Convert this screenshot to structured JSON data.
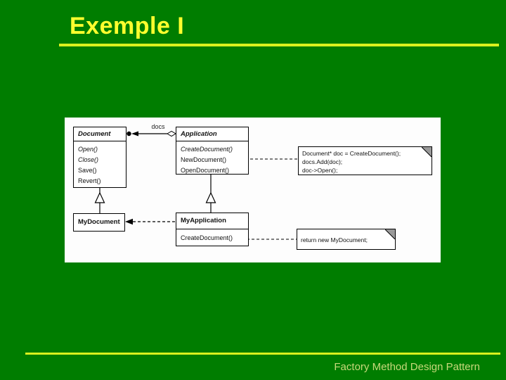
{
  "slide": {
    "title": "Exemple I",
    "footer": "Factory Method Design Pattern"
  },
  "colors": {
    "background": "#007D00",
    "title_text": "#FFFF2E",
    "rule": "#D9F01E",
    "footer_text": "#C8D87A",
    "panel_background": "#FDFDFD",
    "diagram_line": "#000000",
    "note_fold": "#999999"
  },
  "diagram": {
    "docs_label": "docs",
    "document": {
      "title": "Document",
      "methods": [
        "Open()",
        "Close()",
        "Save()",
        "Revert()"
      ]
    },
    "application": {
      "title": "Application",
      "methods": [
        "CreateDocument()",
        "NewDocument()",
        "OpenDocument()"
      ]
    },
    "my_document": {
      "title": "MyDocument"
    },
    "my_application": {
      "title": "MyApplication",
      "methods": [
        "CreateDocument()"
      ]
    },
    "note_create": {
      "lines": [
        "Document* doc = CreateDocument();",
        "docs.Add(doc);",
        "doc->Open();"
      ]
    },
    "note_return": {
      "lines": [
        "return new MyDocument;"
      ]
    }
  }
}
